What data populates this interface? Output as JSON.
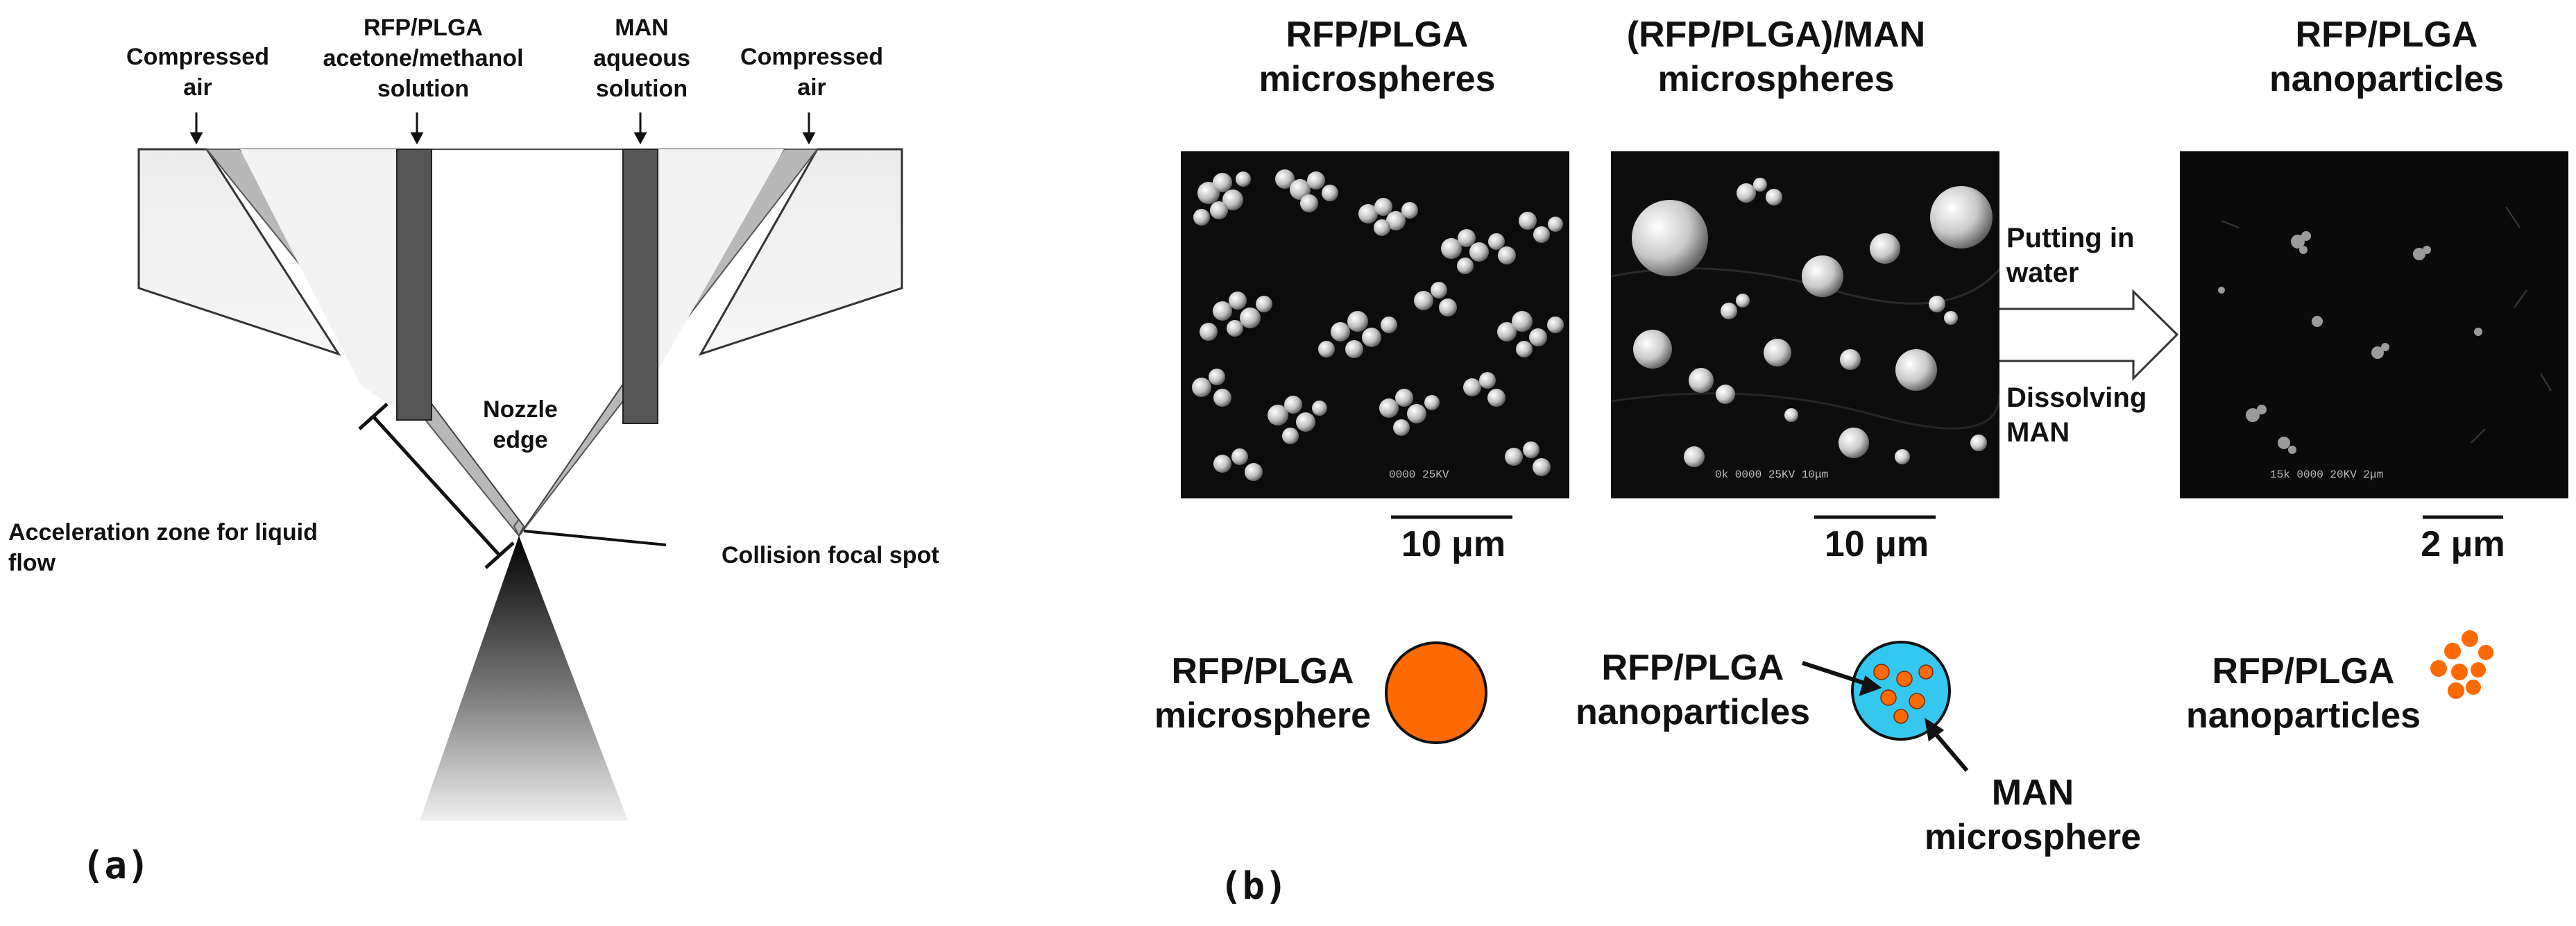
{
  "panel_a": {
    "panel_label": "(a)",
    "labels": {
      "compressed_air_left_1": "Compressed",
      "compressed_air_left_2": "air",
      "rfp_solution_1": "RFP/PLGA",
      "rfp_solution_2": "acetone/methanol",
      "rfp_solution_3": "solution",
      "man_solution_1": "MAN",
      "man_solution_2": "aqueous",
      "man_solution_3": "solution",
      "compressed_air_right_1": "Compressed",
      "compressed_air_right_2": "air",
      "nozzle_edge_1": "Nozzle",
      "nozzle_edge_2": "edge",
      "acceleration_zone_1": "Acceleration zone for liquid",
      "acceleration_zone_2": "flow",
      "collision_focal_spot": "Collision focal spot"
    }
  },
  "panel_b": {
    "panel_label": "(b)",
    "columns": {
      "col1_title_1": "RFP/PLGA",
      "col1_title_2": "microspheres",
      "col2_title_1": "(RFP/PLGA)/MAN",
      "col2_title_2": "microspheres",
      "col3_title_1": "RFP/PLGA",
      "col3_title_2": "nanoparticles"
    },
    "scale_bars": {
      "bar1": "10 μm",
      "bar2": "10 μm",
      "bar3": "2 μm"
    },
    "process": {
      "top_1": "Putting in",
      "top_2": "water",
      "bottom_1": "Dissolving",
      "bottom_2": "MAN"
    },
    "schematic": {
      "microsphere_label_1": "RFP/PLGA",
      "microsphere_label_2": "microsphere",
      "np_label_1": "RFP/PLGA",
      "np_label_2": "nanoparticles",
      "man_label_1": "MAN",
      "man_label_2": "microsphere",
      "free_np_label_1": "RFP/PLGA",
      "free_np_label_2": "nanoparticles"
    },
    "colors": {
      "rfp_plga": "#ff6a00",
      "man": "#34c8f0"
    }
  }
}
